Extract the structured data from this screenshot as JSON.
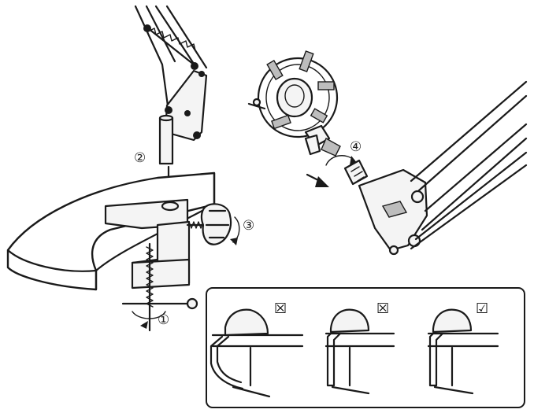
{
  "steps": {
    "step1": "①",
    "step2": "②",
    "step3": "③",
    "step4": "④"
  },
  "panel": {
    "examples": [
      {
        "verdict_mark": "☒",
        "verdict": "incorrect"
      },
      {
        "verdict_mark": "☒",
        "verdict": "incorrect"
      },
      {
        "verdict_mark": "☑",
        "verdict": "correct"
      }
    ]
  },
  "colors": {
    "line": "#1a1a1a",
    "background": "#ffffff"
  }
}
